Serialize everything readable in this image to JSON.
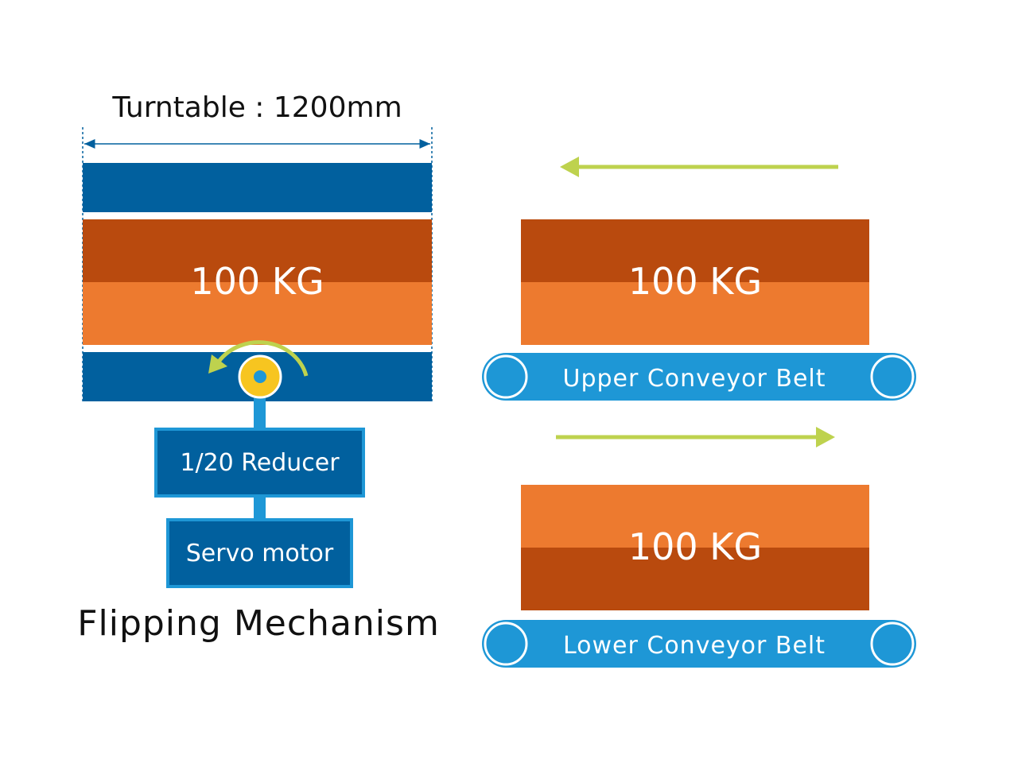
{
  "turntable": {
    "label": "Turntable : 1200mm",
    "load_label": "100 KG"
  },
  "reducer": {
    "label": "1/20 Reducer"
  },
  "servo": {
    "label": "Servo motor"
  },
  "mechanism_title": "Flipping Mechanism",
  "upper": {
    "load_label": "100 KG",
    "belt_label": "Upper Conveyor Belt"
  },
  "lower": {
    "load_label": "100 KG",
    "belt_label": "Lower Conveyor Belt"
  },
  "colors": {
    "turntable_blue": "#01609E",
    "load_dark": "#B94A0E",
    "load_light": "#ED7A2F",
    "belt_blue": "#1E97D6",
    "arrow_green": "#BED24E",
    "hub_yellow": "#F7C520"
  }
}
